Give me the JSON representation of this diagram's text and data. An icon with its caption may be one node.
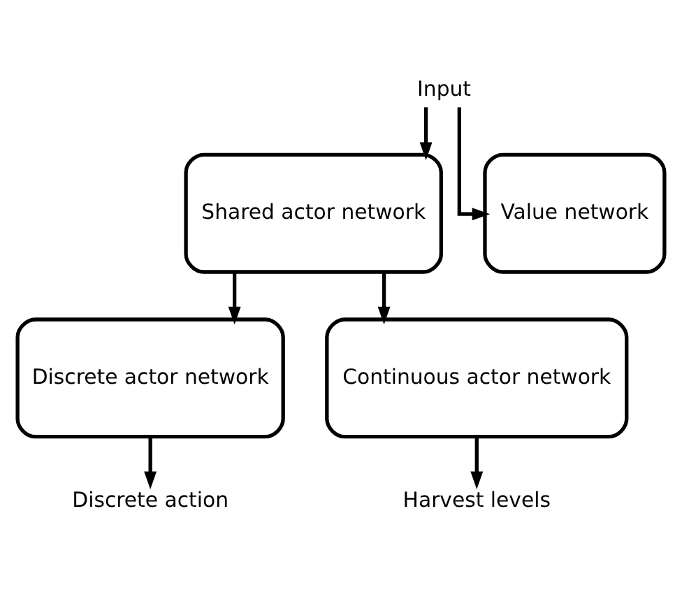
{
  "diagram": {
    "nodes": [
      {
        "text": [
          "Input"
        ]
      },
      {
        "text": [
          "Shared actor network"
        ]
      },
      {
        "text": [
          "Value network"
        ]
      },
      {
        "text": [
          "Discrete actor network"
        ]
      },
      {
        "text": [
          "Continuous actor network"
        ]
      },
      {
        "text": [
          "Discrete action"
        ]
      },
      {
        "text": [
          "Harvest levels"
        ]
      }
    ],
    "edges": [
      {
        "from": 0,
        "to": 1,
        "arrow": "to"
      },
      {
        "from": 0,
        "to": 2,
        "arrow": "to"
      },
      {
        "from": 1,
        "to": 3,
        "arrow": "to"
      },
      {
        "from": 1,
        "to": 4,
        "arrow": "to"
      },
      {
        "from": 3,
        "to": 5,
        "arrow": "to"
      },
      {
        "from": 4,
        "to": 6,
        "arrow": "to"
      }
    ]
  }
}
